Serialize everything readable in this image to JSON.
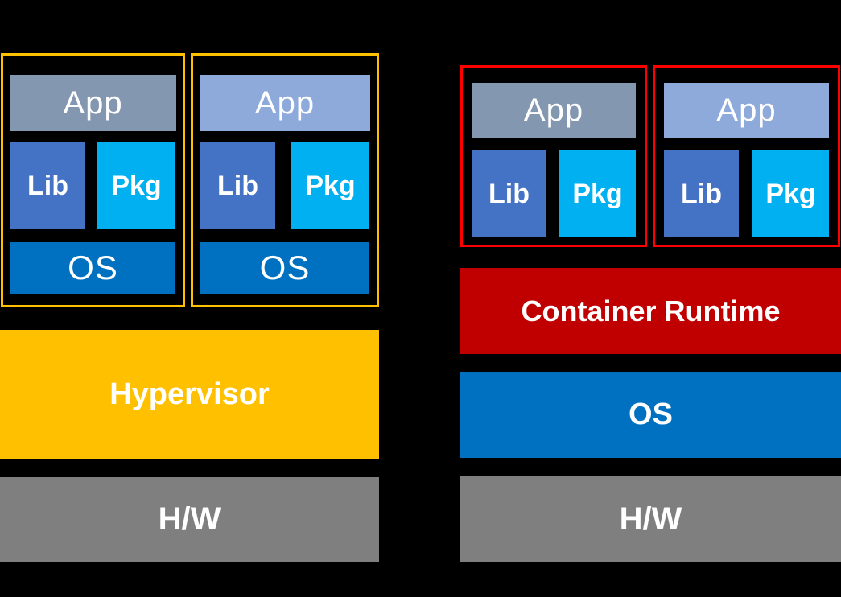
{
  "canvas": {
    "bg": "#000000"
  },
  "colors": {
    "canvas_bg": "#000000",
    "text": "#FFFFFF",
    "vm_border": "#FFC000",
    "container_border": "#FF0000",
    "app_gray": "#8497B0",
    "app_light_blue": "#8EAADB",
    "lib_blue": "#4472C4",
    "pkg_cyan": "#00B0F0",
    "os_blue": "#0070C0",
    "hypervisor_yellow": "#FFC000",
    "runtime_red": "#C00000",
    "hw_gray": "#7F7F7F"
  },
  "vm_stack": {
    "vms": [
      {
        "app_label": "App",
        "lib_label": "Lib",
        "pkg_label": "Pkg",
        "os_label": "OS"
      },
      {
        "app_label": "App",
        "lib_label": "Lib",
        "pkg_label": "Pkg",
        "os_label": "OS"
      }
    ],
    "hypervisor_label": "Hypervisor",
    "hw_label": "H/W"
  },
  "container_stack": {
    "containers": [
      {
        "app_label": "App",
        "lib_label": "Lib",
        "pkg_label": "Pkg"
      },
      {
        "app_label": "App",
        "lib_label": "Lib",
        "pkg_label": "Pkg"
      }
    ],
    "runtime_label": "Container Runtime",
    "os_label": "OS",
    "hw_label": "H/W"
  }
}
